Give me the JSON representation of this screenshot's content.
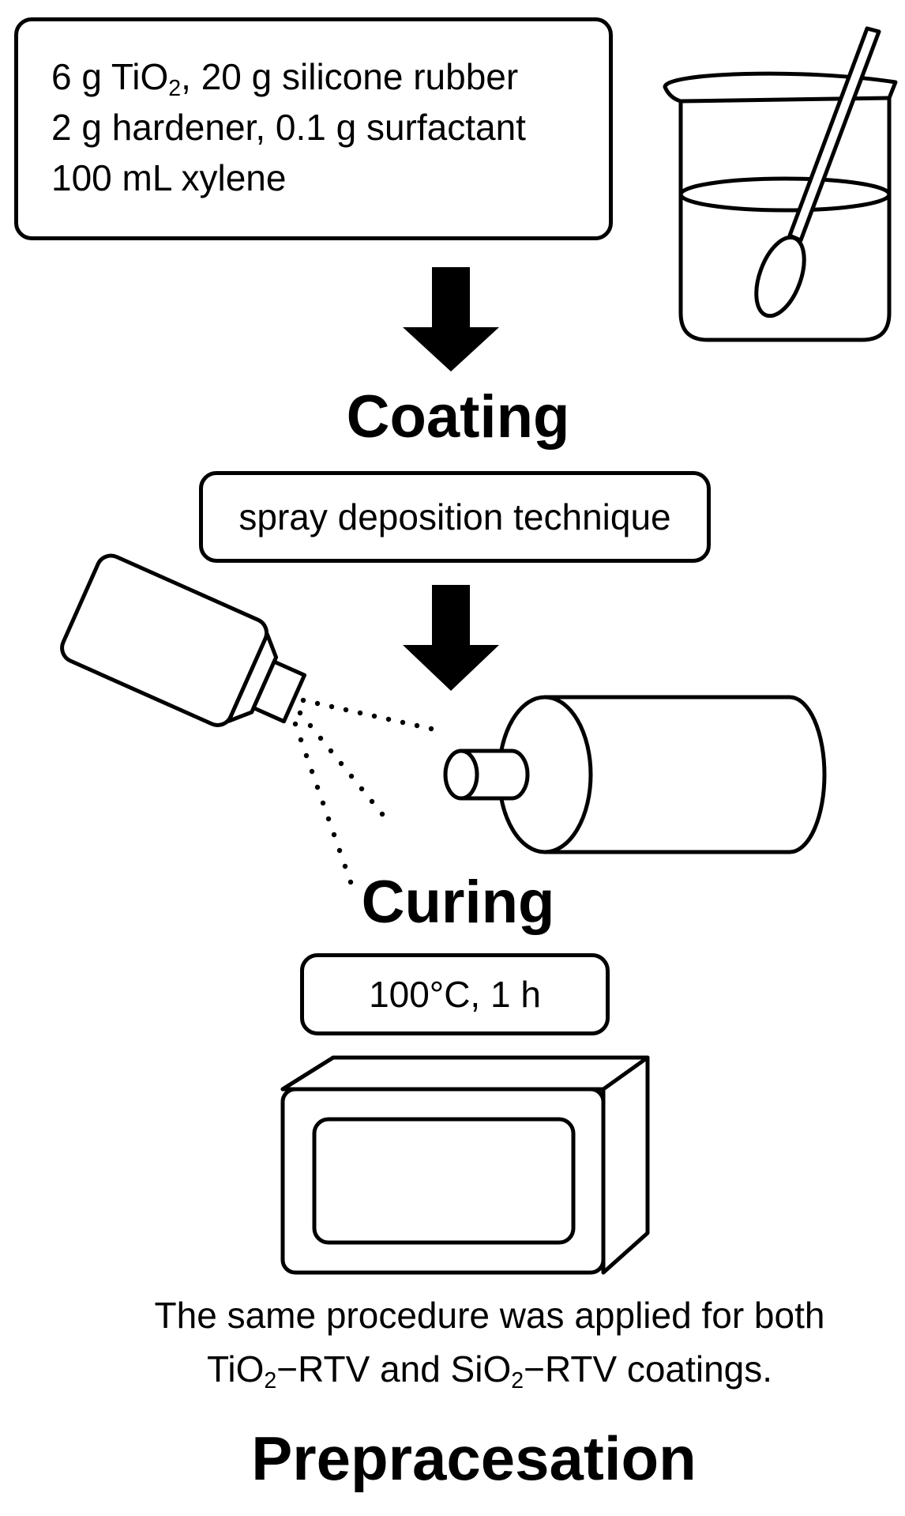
{
  "ingredients": {
    "line1_pre": "6 g TiO",
    "line1_sub": "2",
    "line1_post": ", 20 g silicone rubber",
    "line2": "2 g hardener, 0.1 g surfactant",
    "line3": "100 mL xylene"
  },
  "coating": {
    "title": "Coating",
    "method": "spray deposition technique"
  },
  "curing": {
    "title": "Curing",
    "condition": "100°C, 1 h"
  },
  "caption": {
    "line1": "The same procedure was applied for both",
    "line2_part1": "TiO",
    "line2_sub1": "2",
    "line2_part2": "−RTV and SiO",
    "line2_sub2": "2",
    "line2_part3": "−RTV coatings."
  },
  "footer_title": "Prepracesation",
  "icons": [
    "beaker-icon",
    "spray-bottle-icon",
    "cylinder-insulator-icon",
    "oven-icon",
    "down-arrow-icon"
  ]
}
